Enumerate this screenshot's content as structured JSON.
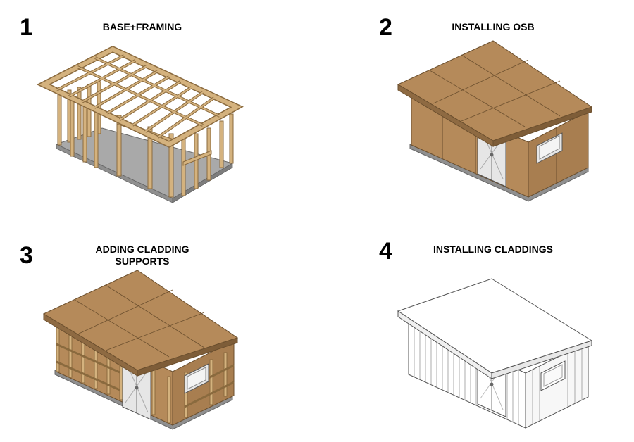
{
  "steps": [
    {
      "number": "1",
      "title": "BASE+FRAMING"
    },
    {
      "number": "2",
      "title": "INSTALLING OSB"
    },
    {
      "number": "3",
      "title": "ADDING CLADDING\nSUPPORTS"
    },
    {
      "number": "4",
      "title": "INSTALLING CLADDINGS"
    }
  ],
  "colors": {
    "osb": "#b58a5a",
    "osb_dark": "#8e6a42",
    "timber": "#d4b27e",
    "timber_edge": "#8a6a3e",
    "floor": "#a9a9a9",
    "door": "#e6e6e6",
    "line": "#555555"
  },
  "icons": [
    "shed-framing-illustration",
    "shed-osb-illustration",
    "shed-cladding-supports-illustration",
    "shed-cladding-illustration"
  ]
}
